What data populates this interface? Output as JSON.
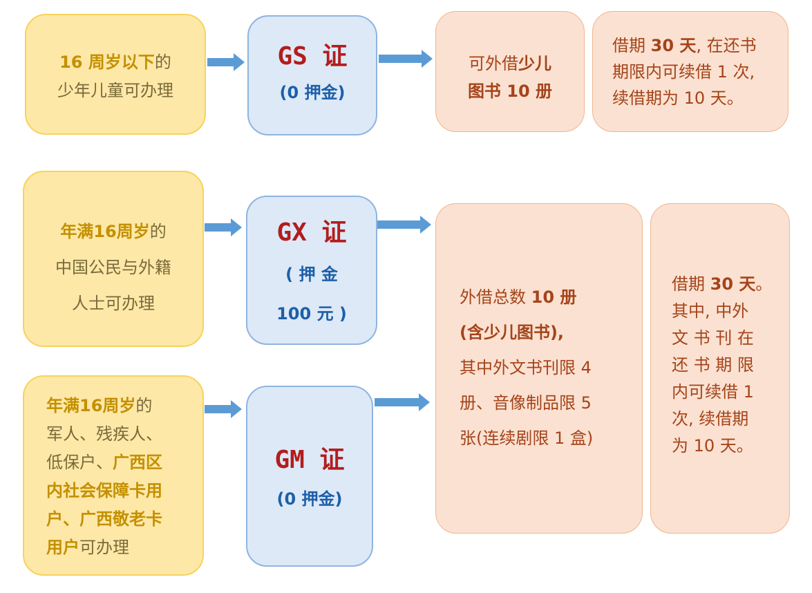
{
  "row1": {
    "eligibility": {
      "pre_bold": "16 周岁以下",
      "pre_after": "的",
      "line2": "少年儿童可办理"
    },
    "card": {
      "name": "GS 证",
      "deposit": "(0 押金)"
    },
    "borrow": {
      "normal": "可外借",
      "bold_a": "少儿",
      "bold_b": "图书 10 册"
    },
    "period": {
      "a": "借期 ",
      "a_bold": "30 天",
      "a_after": ", 在还书",
      "b": "期限内可续借 1 次,",
      "c": "续借期为 10 天。"
    }
  },
  "row2": {
    "eligibility": {
      "bold": "年满16周岁",
      "after": "的",
      "line2": "中国公民与外籍",
      "line3": "人士可办理"
    },
    "card": {
      "name": "GX 证",
      "deposit_line1": "( 押 金",
      "deposit_line2": "100 元 )"
    }
  },
  "row3": {
    "eligibility": {
      "bold": "年满16周岁",
      "after": "的",
      "line2": "军人、残疾人、",
      "line3_normal": "低保户、",
      "line3_bold": "广西区",
      "line4_bold": "内社会保障卡用",
      "line5_bold": "户、广西敬老卡",
      "line6_bold": "用户",
      "line6_normal": "可办理"
    },
    "card": {
      "name": "GM 证",
      "deposit": "(0 押金)"
    }
  },
  "shared": {
    "borrow": {
      "line1_normal": "外借总数 ",
      "line1_bold": "10 册",
      "line2_bold": "(含少儿图书),",
      "line3": "其中外文书刊限 4",
      "line4": "册、音像制品限 5",
      "line5": "张(连续剧限 1 盒)"
    },
    "period": {
      "line1_normal": "借期 ",
      "line1_bold": "30 天",
      "line1_after": "。",
      "line2": "其中, 中外",
      "line3": "文 书 刊 在",
      "line4": "还 书 期 限",
      "line5": "内可续借 1",
      "line6": "次, 续借期",
      "line7": "为 10 天。"
    }
  },
  "colors": {
    "yellow_fill": "#fde8a8",
    "blue_fill": "#dde9f7",
    "peach_fill": "#fbe1d1",
    "arrow": "#5b9bd5",
    "card_title": "#b21d1d",
    "deposit": "#1d5fa8"
  }
}
